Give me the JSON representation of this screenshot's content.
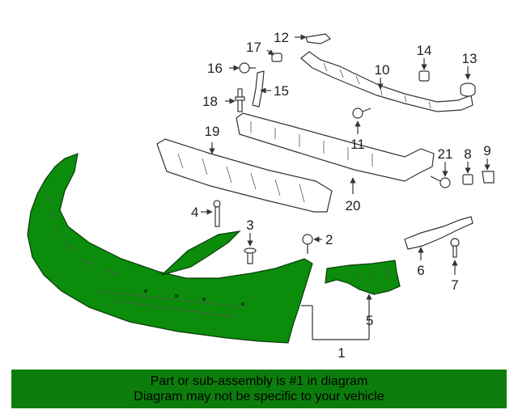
{
  "callouts": {
    "c1": "1",
    "c2": "2",
    "c3": "3",
    "c4": "4",
    "c5": "5",
    "c6": "6",
    "c7": "7",
    "c8": "8",
    "c9": "9",
    "c10": "10",
    "c11": "11",
    "c12": "12",
    "c13": "13",
    "c14": "14",
    "c15": "15",
    "c16": "16",
    "c17": "17",
    "c18": "18",
    "c19": "19",
    "c20": "20",
    "c21": "21"
  },
  "highlight_color": "#0b8c0b",
  "banner": {
    "line1": "Part or sub-assembly is #1 in diagram",
    "line2": "Diagram may not be specific to your vehicle"
  }
}
